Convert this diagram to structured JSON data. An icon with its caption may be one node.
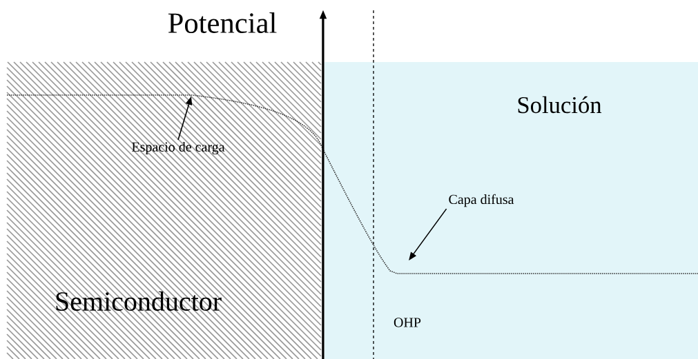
{
  "diagram": {
    "nodes": [
      {
        "text": [
          "Semiconductor"
        ]
      },
      {
        "text": [
          "Solución"
        ]
      },
      {
        "text": [
          "Espacio de carga"
        ],
        "in": 0
      },
      {
        "text": [
          "Capa difusa"
        ],
        "in": 1
      }
    ],
    "edges": [
      {
        "from": 2,
        "to": null,
        "arrow": "to"
      },
      {
        "from": 3,
        "to": null,
        "arrow": "to"
      }
    ],
    "labels": [
      "Potencial",
      "OHP"
    ]
  }
}
